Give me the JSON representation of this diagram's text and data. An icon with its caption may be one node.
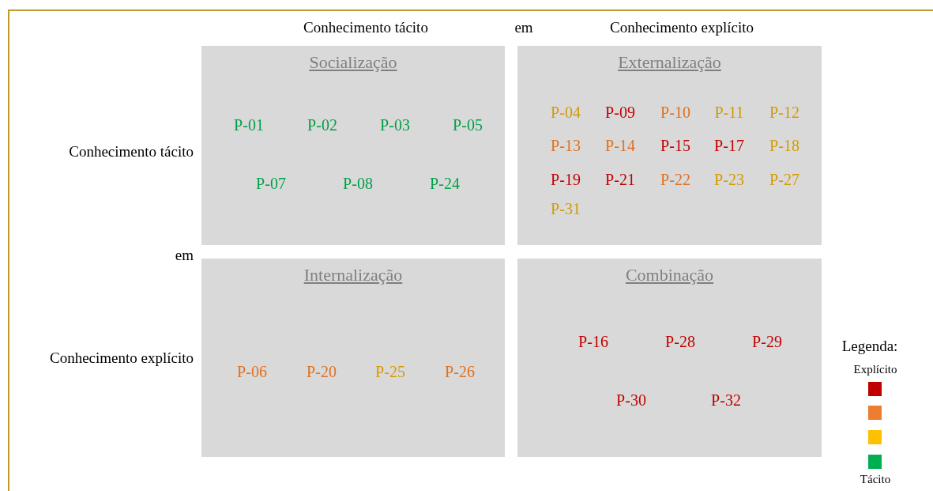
{
  "diagram": {
    "nodes": [
      {
        "text": [
          "Socialização"
        ]
      },
      {
        "text": [
          "P-01"
        ],
        "in": 0
      },
      {
        "text": [
          "P-02"
        ],
        "in": 0
      },
      {
        "text": [
          "P-03"
        ],
        "in": 0
      },
      {
        "text": [
          "P-05"
        ],
        "in": 0
      },
      {
        "text": [
          "P-07"
        ],
        "in": 0
      },
      {
        "text": [
          "P-08"
        ],
        "in": 0
      },
      {
        "text": [
          "P-24"
        ],
        "in": 0
      },
      {
        "text": [
          "Externalização"
        ]
      },
      {
        "text": [
          "P-04"
        ],
        "in": 8
      },
      {
        "text": [
          "P-09"
        ],
        "in": 8
      },
      {
        "text": [
          "P-10"
        ],
        "in": 8
      },
      {
        "text": [
          "P-11"
        ],
        "in": 8
      },
      {
        "text": [
          "P-12"
        ],
        "in": 8
      },
      {
        "text": [
          "P-13"
        ],
        "in": 8
      },
      {
        "text": [
          "P-14"
        ],
        "in": 8
      },
      {
        "text": [
          "P-15"
        ],
        "in": 8
      },
      {
        "text": [
          "P-17"
        ],
        "in": 8
      },
      {
        "text": [
          "P-18"
        ],
        "in": 8
      },
      {
        "text": [
          "P-19"
        ],
        "in": 8
      },
      {
        "text": [
          "P-21"
        ],
        "in": 8
      },
      {
        "text": [
          "P-22"
        ],
        "in": 8
      },
      {
        "text": [
          "P-23"
        ],
        "in": 8
      },
      {
        "text": [
          "P-27"
        ],
        "in": 8
      },
      {
        "text": [
          "P-31"
        ],
        "in": 8
      },
      {
        "text": [
          "Internalização"
        ]
      },
      {
        "text": [
          "P-06"
        ],
        "in": 25
      },
      {
        "text": [
          "P-20"
        ],
        "in": 25
      },
      {
        "text": [
          "P-25"
        ],
        "in": 25
      },
      {
        "text": [
          "P-26"
        ],
        "in": 25
      },
      {
        "text": [
          "Combinação"
        ]
      },
      {
        "text": [
          "P-16"
        ],
        "in": 30
      },
      {
        "text": [
          "P-28"
        ],
        "in": 30
      },
      {
        "text": [
          "P-29"
        ],
        "in": 30
      },
      {
        "text": [
          "P-30"
        ],
        "in": 30
      },
      {
        "text": [
          "P-32"
        ],
        "in": 30
      }
    ],
    "labels": [
      "Conhecimento tácito",
      "em",
      "Conhecimento explícito",
      "Conhecimento tácito",
      "em",
      "Conhecimento explícito",
      "Legenda:"
    ],
    "legend": [
      {
        "text": "Explícito",
        "color": "#c00000"
      },
      {
        "text": "Tácito",
        "color": "#00b050"
      }
    ]
  }
}
